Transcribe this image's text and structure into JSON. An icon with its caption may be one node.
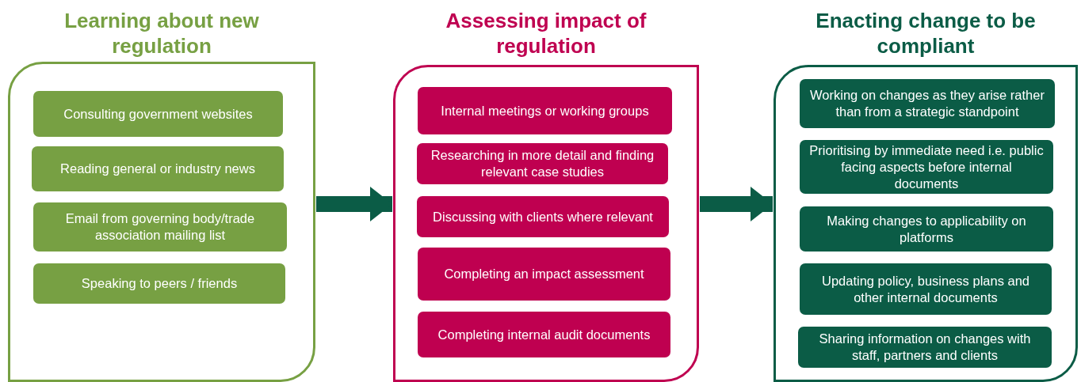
{
  "diagram": {
    "nodes": [
      {
        "text": [
          "Learning about new regulation"
        ]
      },
      {
        "text": [
          "Consulting government websites"
        ],
        "in": 0
      },
      {
        "text": [
          "Reading general or industry news"
        ],
        "in": 0
      },
      {
        "text": [
          "Email from governing body/trade association mailing list"
        ],
        "in": 0
      },
      {
        "text": [
          "Speaking to peers / friends"
        ],
        "in": 0
      },
      {
        "text": [
          "Assessing impact of regulation"
        ]
      },
      {
        "text": [
          "Internal meetings or working groups"
        ],
        "in": 5
      },
      {
        "text": [
          "Researching in more detail and finding relevant case studies"
        ],
        "in": 5
      },
      {
        "text": [
          "Discussing with clients where relevant"
        ],
        "in": 5
      },
      {
        "text": [
          "Completing an impact assessment"
        ],
        "in": 5
      },
      {
        "text": [
          "Completing internal audit documents"
        ],
        "in": 5
      },
      {
        "text": [
          "Enacting change to be compliant"
        ]
      },
      {
        "text": [
          "Working on changes as they arise rather than from a strategic standpoint"
        ],
        "in": 11
      },
      {
        "text": [
          "Prioritising by immediate need i.e. public facing aspects before internal documents"
        ],
        "in": 11
      },
      {
        "text": [
          "Making changes to applicability on platforms"
        ],
        "in": 11
      },
      {
        "text": [
          "Updating policy, business plans and other internal documents"
        ],
        "in": 11
      },
      {
        "text": [
          "Sharing information on changes with staff, partners and clients"
        ],
        "in": 11
      }
    ],
    "edges": [
      {
        "from": 0,
        "to": 5,
        "arrow": "to"
      },
      {
        "from": 5,
        "to": 11,
        "arrow": "to"
      }
    ]
  }
}
